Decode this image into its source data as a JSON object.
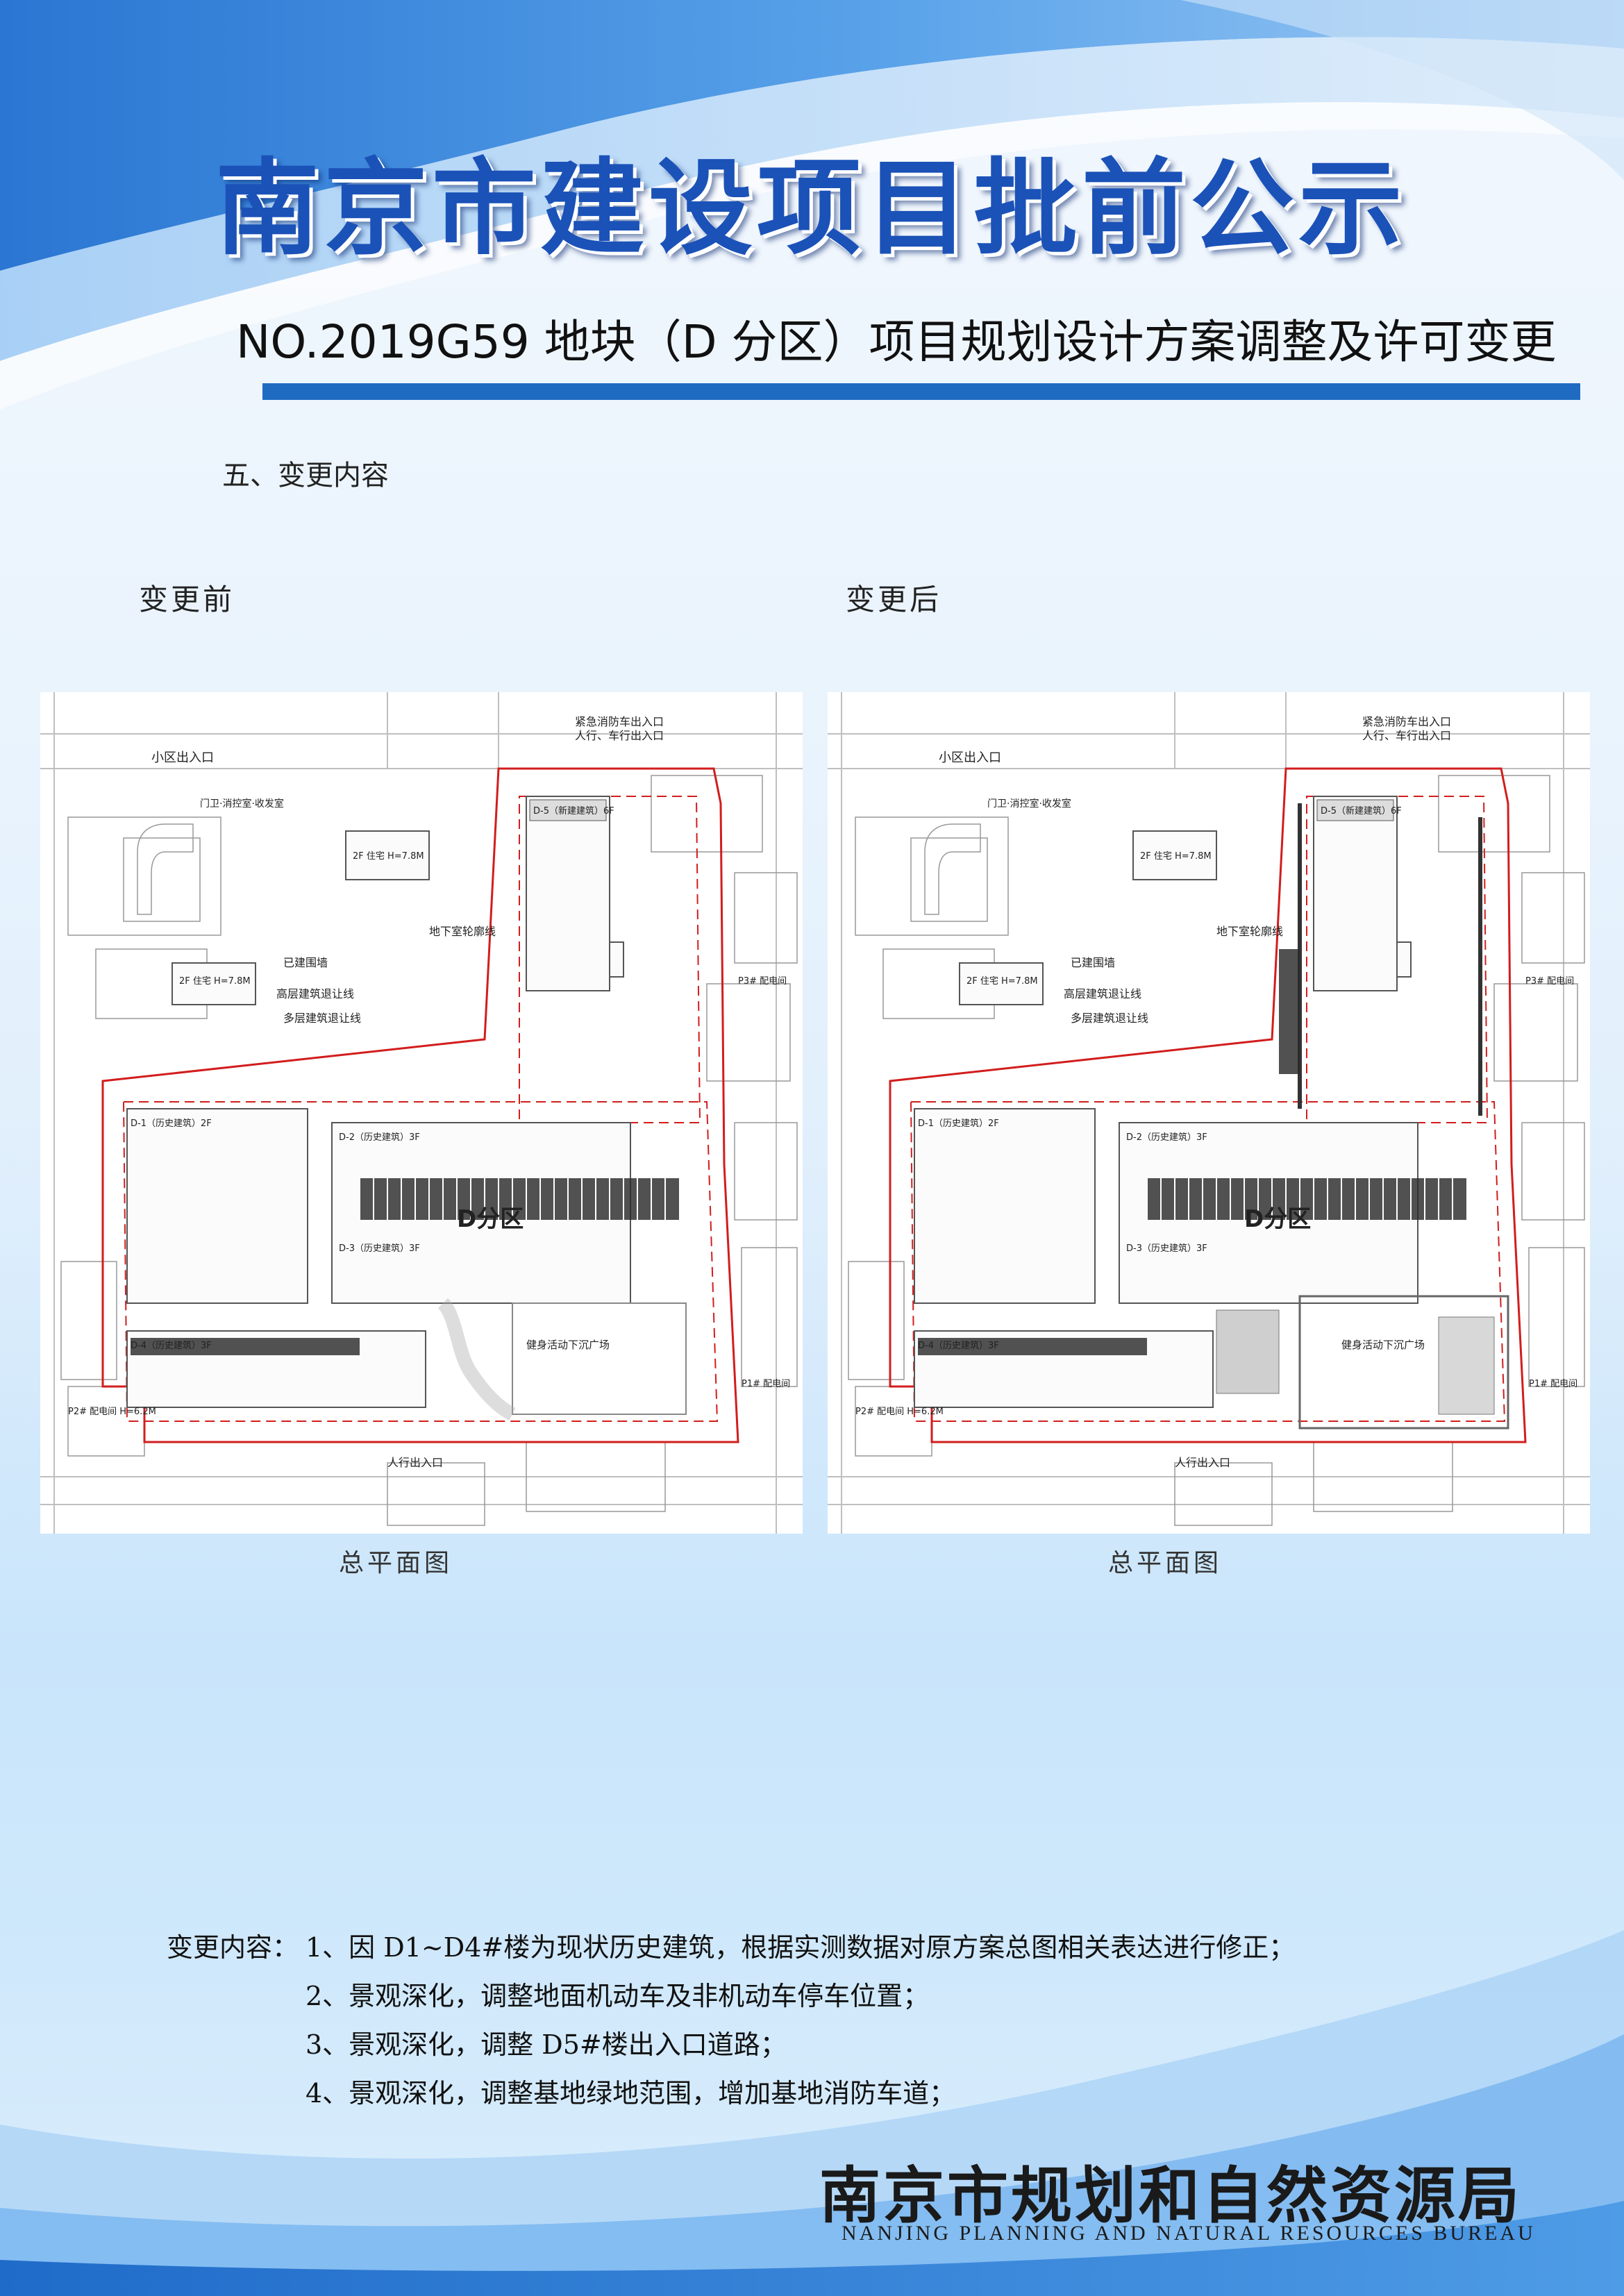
{
  "header": {
    "title": "南京市建设项目批前公示",
    "subtitle": "NO.2019G59 地块（D 分区）项目规划设计方案调整及许可变更"
  },
  "section": {
    "heading": "五、变更内容"
  },
  "comparison": {
    "before_label": "变更前",
    "after_label": "变更后",
    "caption": "总平面图"
  },
  "plan": {
    "zone_label": "D分区",
    "entrance_community": "小区出入口",
    "entrance_fire": "紧急消防车出入口",
    "entrance_fire_sub": "人行、车行出入口",
    "entrance_pedestrian": "人行出入口",
    "gate_house": "门卫·消控室·收发室",
    "line_built_wall": "已建围墙",
    "line_high_setback": "高层建筑退让线",
    "line_multi_setback": "多层建筑退让线",
    "line_basement": "地下室轮廓线",
    "plaza": "健身活动下沉广场",
    "plaza_after": "健身活动下沉广场",
    "d1": "D-1（历史建筑）2F",
    "d2": "D-2（历史建筑）3F",
    "d3": "D-3（历史建筑）3F",
    "d4": "D-4（历史建筑）3F",
    "d5": "D-5（新建建筑）6F",
    "residence_a": "2F 住宅 H=7.8M",
    "residence_b": "2F 住宅 H=7.8M",
    "p3": "P3# 配电间",
    "p2": "P2# 配电间 H=6.2M",
    "p1": "P1# 配电间"
  },
  "changes": {
    "lead": "变更内容：",
    "items": [
      "1、因 D1~D4#楼为现状历史建筑，根据实测数据对原方案总图相关表达进行修正；",
      "2、景观深化，调整地面机动车及非机动车停车位置；",
      "3、景观深化，调整 D5#楼出入口道路；",
      "4、景观深化，调整基地绿地范围，增加基地消防车道；"
    ]
  },
  "footer": {
    "bureau_name": "南京市规划和自然资源局",
    "bureau_en": "NANJING PLANNING AND NATURAL RESOURCES BUREAU"
  }
}
